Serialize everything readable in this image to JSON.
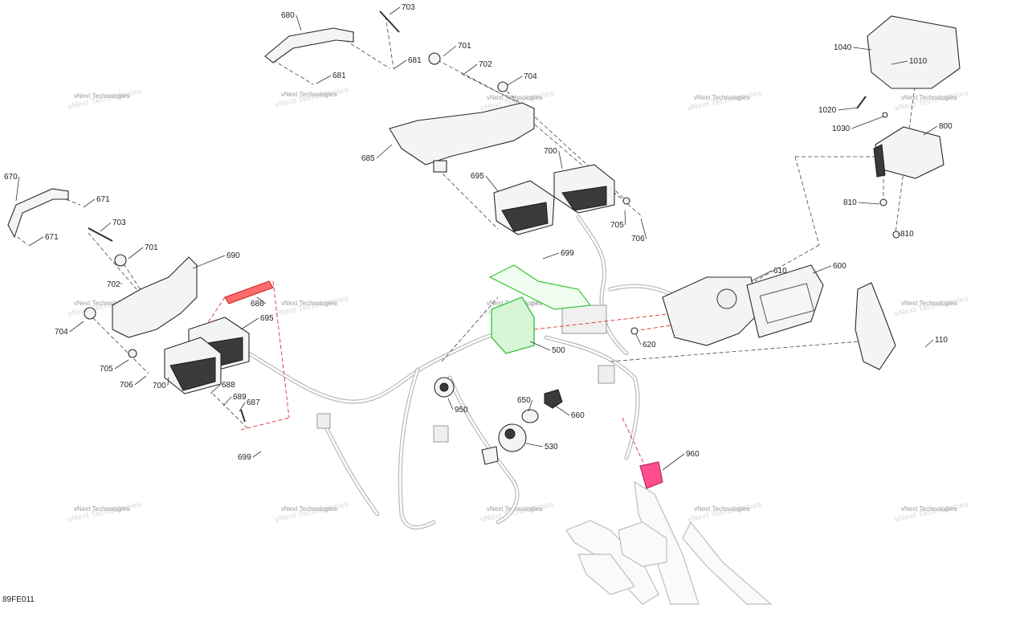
{
  "diagram": {
    "reference_code": "89FE011",
    "watermark": "vNext Technologies",
    "colors": {
      "highlight_green": "#3cc43c",
      "highlight_red": "#e0306a",
      "red_dashed": "#e03030"
    },
    "parts": [
      {
        "id": "p680",
        "label": "680"
      },
      {
        "id": "p703a",
        "label": "703"
      },
      {
        "id": "p701a",
        "label": "701"
      },
      {
        "id": "p681a",
        "label": "681"
      },
      {
        "id": "p702a",
        "label": "702"
      },
      {
        "id": "p681b",
        "label": "681"
      },
      {
        "id": "p704a",
        "label": "704"
      },
      {
        "id": "p685",
        "label": "685"
      },
      {
        "id": "p700a",
        "label": "700"
      },
      {
        "id": "p695a",
        "label": "695"
      },
      {
        "id": "p705a",
        "label": "705"
      },
      {
        "id": "p706a",
        "label": "706"
      },
      {
        "id": "p699a",
        "label": "699"
      },
      {
        "id": "p670",
        "label": "670"
      },
      {
        "id": "p671a",
        "label": "671"
      },
      {
        "id": "p671b",
        "label": "671"
      },
      {
        "id": "p703b",
        "label": "703"
      },
      {
        "id": "p701b",
        "label": "701"
      },
      {
        "id": "p702b",
        "label": "702"
      },
      {
        "id": "p690",
        "label": "690"
      },
      {
        "id": "p686",
        "label": "686"
      },
      {
        "id": "p704b",
        "label": "704"
      },
      {
        "id": "p695b",
        "label": "695"
      },
      {
        "id": "p705b",
        "label": "705"
      },
      {
        "id": "p706b",
        "label": "706"
      },
      {
        "id": "p700b",
        "label": "700"
      },
      {
        "id": "p688",
        "label": "688"
      },
      {
        "id": "p689",
        "label": "689"
      },
      {
        "id": "p687",
        "label": "687"
      },
      {
        "id": "p699b",
        "label": "699"
      },
      {
        "id": "p500",
        "label": "500"
      },
      {
        "id": "p950",
        "label": "950"
      },
      {
        "id": "p650",
        "label": "650"
      },
      {
        "id": "p660",
        "label": "660"
      },
      {
        "id": "p530",
        "label": "530"
      },
      {
        "id": "p610",
        "label": "610"
      },
      {
        "id": "p600",
        "label": "600"
      },
      {
        "id": "p620",
        "label": "620"
      },
      {
        "id": "p960",
        "label": "960"
      },
      {
        "id": "p110",
        "label": "110"
      },
      {
        "id": "p1040",
        "label": "1040"
      },
      {
        "id": "p1010",
        "label": "1010"
      },
      {
        "id": "p1020",
        "label": "1020"
      },
      {
        "id": "p1030",
        "label": "1030"
      },
      {
        "id": "p800",
        "label": "800"
      },
      {
        "id": "p810a",
        "label": "810"
      },
      {
        "id": "p810b",
        "label": "810"
      }
    ]
  }
}
